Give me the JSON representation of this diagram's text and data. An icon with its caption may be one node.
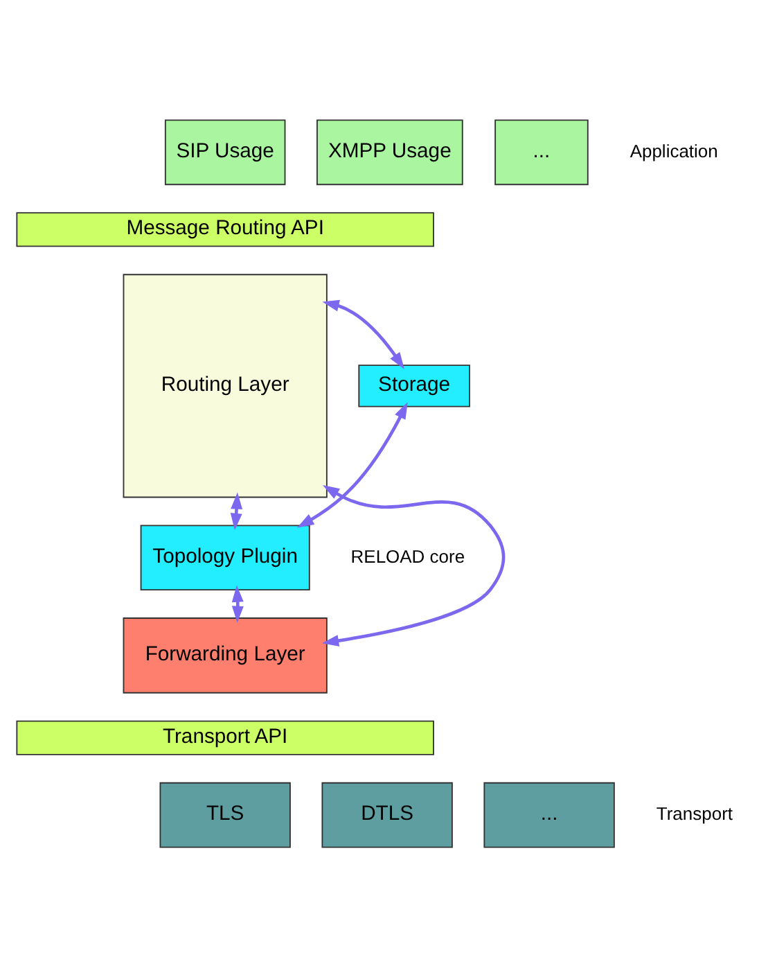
{
  "diagram": {
    "nodes": [
      {
        "text": [
          "SIP Usage"
        ]
      },
      {
        "text": [
          "XMPP Usage"
        ]
      },
      {
        "text": [
          "..."
        ]
      },
      {
        "text": [
          "Message Routing API"
        ]
      },
      {
        "text": [
          "Routing Layer"
        ]
      },
      {
        "text": [
          "Storage"
        ]
      },
      {
        "text": [
          "Topology Plugin"
        ]
      },
      {
        "text": [
          "Forwarding Layer"
        ]
      },
      {
        "text": [
          "Transport API"
        ]
      },
      {
        "text": [
          "TLS"
        ]
      },
      {
        "text": [
          "DTLS"
        ]
      },
      {
        "text": [
          "..."
        ]
      }
    ],
    "edges": [
      {
        "from": 4,
        "to": 5,
        "arrow": "both"
      },
      {
        "from": 5,
        "to": 6,
        "arrow": "both"
      },
      {
        "from": 4,
        "to": 6,
        "arrow": "both"
      },
      {
        "from": 4,
        "to": 7,
        "arrow": "both"
      },
      {
        "from": 7,
        "to": 6,
        "arrow": "both"
      }
    ],
    "labels": [
      "Application",
      "RELOAD core",
      "Transport"
    ]
  }
}
